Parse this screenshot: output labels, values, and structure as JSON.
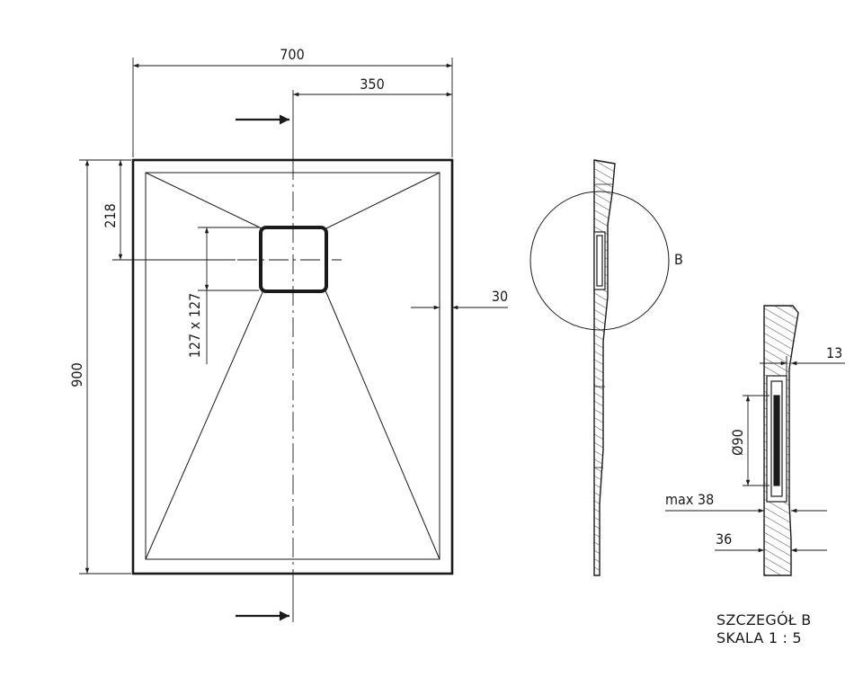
{
  "plan": {
    "dim_width": "700",
    "dim_half_width": "350",
    "dim_height": "900",
    "dim_drain_offset": "218",
    "dim_drain_size": "127 x 127",
    "dim_border": "30"
  },
  "section": {
    "detail_label": "B"
  },
  "detail": {
    "dim_13": "13",
    "dim_diameter": "Ø90",
    "dim_max38": "max 38",
    "dim_36": "36",
    "title": "SZCZEGÓŁ B",
    "scale": "SKALA 1 : 5"
  },
  "colors": {
    "line": "#1a1a1a",
    "background": "#ffffff"
  }
}
